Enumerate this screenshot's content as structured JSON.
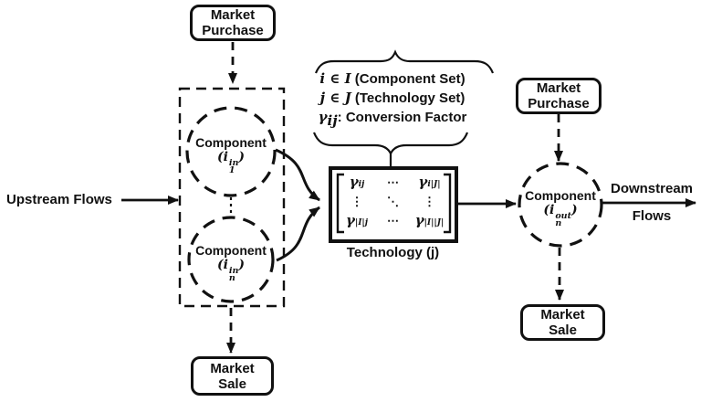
{
  "colors": {
    "ink": "#111111",
    "background": "#ffffff"
  },
  "boxes": {
    "market_purchase_left": "Market Purchase",
    "market_purchase_right": "Market Purchase",
    "market_sale_left": "Market Sale",
    "market_sale_right": "Market Sale"
  },
  "flows": {
    "upstream": "Upstream Flows",
    "downstream_line1": "Downstream",
    "downstream_line2": "Flows"
  },
  "components": {
    "in1": {
      "title": "Component",
      "open": "(",
      "base": "i",
      "sub": "1",
      "sup": "in",
      "close": ")"
    },
    "inn": {
      "title": "Component",
      "open": "(",
      "base": "i",
      "sub": "n",
      "sup": "in",
      "close": ")"
    },
    "out": {
      "title": "Component",
      "open": "(",
      "base": "i",
      "sub": "n",
      "sup": "out",
      "close": ")"
    }
  },
  "legend": {
    "line1": {
      "math": "i ∈ I",
      "text": " (Component Set)"
    },
    "line2": {
      "math": "j ∈ J",
      "text": " (Technology Set)"
    },
    "line3": {
      "base": "γ",
      "sub": "ij",
      "text": ": Conversion Factor"
    }
  },
  "matrix": {
    "caption": "Technology (j)",
    "cells": [
      {
        "base": "γ",
        "sub": "ij"
      },
      {
        "base": "⋯",
        "sub": ""
      },
      {
        "base": "γ",
        "sub": "i|J|"
      },
      {
        "base": "⋮",
        "sub": ""
      },
      {
        "base": "⋱",
        "sub": ""
      },
      {
        "base": "⋮",
        "sub": ""
      },
      {
        "base": "γ",
        "sub": "|I|j"
      },
      {
        "base": "⋯",
        "sub": ""
      },
      {
        "base": "γ",
        "sub": "|I||J|"
      }
    ]
  }
}
